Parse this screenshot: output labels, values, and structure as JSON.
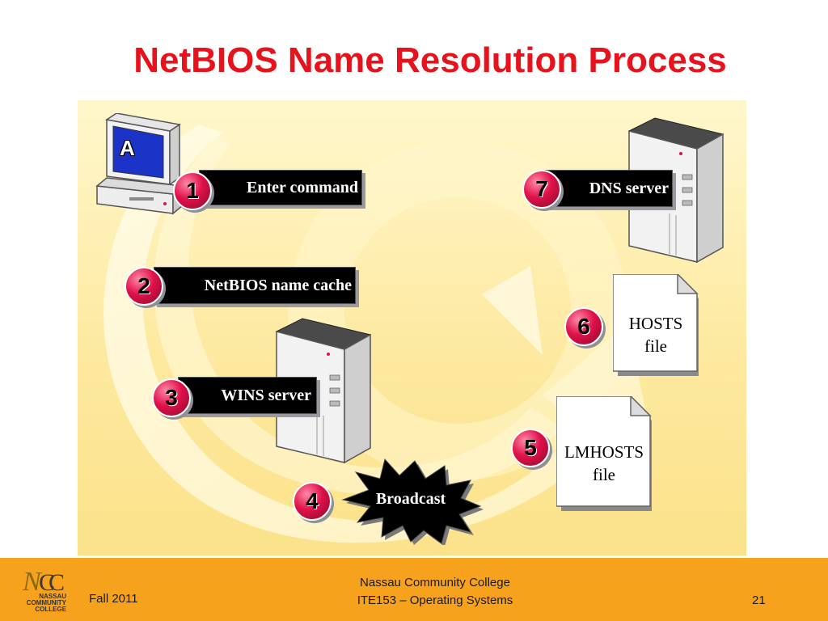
{
  "title": "NetBIOS Name Resolution Process",
  "computer": {
    "screen_letter": "A"
  },
  "steps": [
    {
      "number": "1",
      "label": "Enter command"
    },
    {
      "number": "2",
      "label": "NetBIOS name cache"
    },
    {
      "number": "3",
      "label": "WINS server"
    },
    {
      "number": "4",
      "label": "Broadcast"
    },
    {
      "number": "5",
      "label_line1": "LMHOSTS",
      "label_line2": "file"
    },
    {
      "number": "6",
      "label_line1": "HOSTS",
      "label_line2": "file"
    },
    {
      "number": "7",
      "label": "DNS server"
    }
  ],
  "footer": {
    "logo_line1": "NASSAU",
    "logo_line2": "COMMUNITY",
    "logo_line3": "COLLEGE",
    "term": "Fall 2011",
    "college": "Nassau Community College",
    "course": "ITE153 – Operating Systems",
    "page": "21"
  },
  "colors": {
    "title": "#e8121c",
    "footer_bg": "#f7a21c",
    "badge": "#e0114a",
    "panel": "#fde9a0"
  }
}
